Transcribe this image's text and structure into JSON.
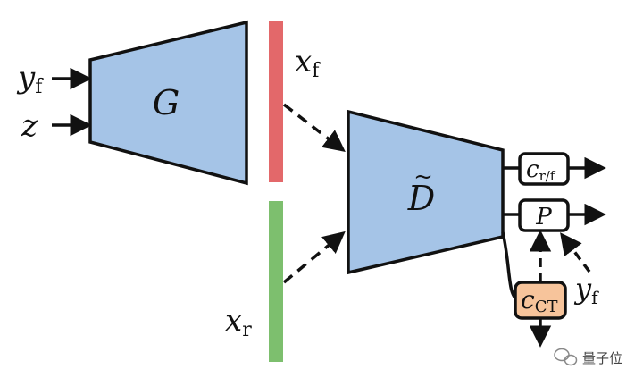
{
  "diagram": {
    "inputs": {
      "yf": {
        "sym": "y",
        "sub": "f"
      },
      "z": {
        "sym": "z"
      }
    },
    "generator": {
      "label": "G"
    },
    "fake_sample": {
      "sym": "x",
      "sub": "f"
    },
    "real_sample": {
      "sym": "x",
      "sub": "r"
    },
    "discriminator": {
      "label": "D",
      "accent": "~"
    },
    "head_rf": {
      "sym": "c",
      "sub": "r/f"
    },
    "head_p": {
      "label": "P"
    },
    "head_ct": {
      "sym": "c",
      "sub": "CT"
    },
    "label_in": {
      "sym": "y",
      "sub": "f"
    }
  },
  "watermark": {
    "text": "量子位"
  },
  "colors": {
    "block_fill": "#a5c4e7",
    "fake_bar": "#e3686a",
    "real_bar": "#7dbf6e",
    "ct_fill": "#f7c49b",
    "stroke": "#111111"
  }
}
